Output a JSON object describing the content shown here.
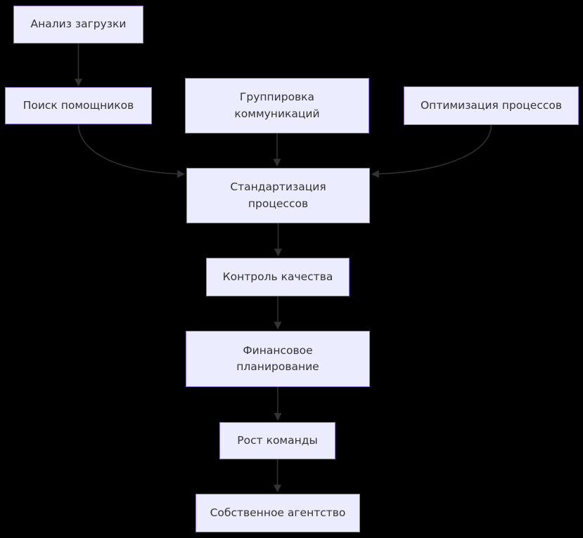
{
  "diagram": {
    "type": "flowchart",
    "direction": "top-down",
    "colors": {
      "background": "#000000",
      "node_fill": "#ECECFF",
      "node_border": "#9370DB",
      "edge_line": "#333333",
      "text": "#333333"
    },
    "nodes": [
      {
        "id": "analiz-zagruzki",
        "label": "Анализ загрузки"
      },
      {
        "id": "poisk-pomoshchnikov",
        "label": "Поиск помощников"
      },
      {
        "id": "gruppirovka-kommunikacij",
        "label": "Группировка\nкоммуникаций"
      },
      {
        "id": "optimizaciya-processov",
        "label": "Оптимизация процессов"
      },
      {
        "id": "standartizaciya-processov",
        "label": "Стандартизация\nпроцессов"
      },
      {
        "id": "kontrol-kachestva",
        "label": "Контроль качества"
      },
      {
        "id": "finansovoe-planirovanie",
        "label": "Финансовое\nпланирование"
      },
      {
        "id": "rost-komandy",
        "label": "Рост команды"
      },
      {
        "id": "sobstvennoe-agentstvo",
        "label": "Собственное агентство"
      }
    ],
    "edges": [
      {
        "from": "analiz-zagruzki",
        "to": "poisk-pomoshchnikov"
      },
      {
        "from": "poisk-pomoshchnikov",
        "to": "standartizaciya-processov"
      },
      {
        "from": "gruppirovka-kommunikacij",
        "to": "standartizaciya-processov"
      },
      {
        "from": "optimizaciya-processov",
        "to": "standartizaciya-processov"
      },
      {
        "from": "standartizaciya-processov",
        "to": "kontrol-kachestva"
      },
      {
        "from": "kontrol-kachestva",
        "to": "finansovoe-planirovanie"
      },
      {
        "from": "finansovoe-planirovanie",
        "to": "rost-komandy"
      },
      {
        "from": "rost-komandy",
        "to": "sobstvennoe-agentstvo"
      }
    ]
  }
}
